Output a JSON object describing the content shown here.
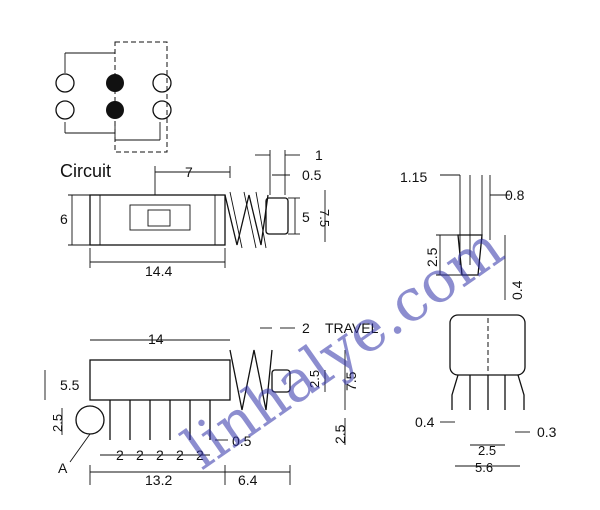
{
  "circuit_label": "Circuit",
  "watermark": "linhalye.com",
  "side_view": {
    "dim_length_7": "7",
    "dim_1": "1",
    "dim_0_5": "0.5",
    "dim_height_6": "6",
    "dim_5": "5",
    "dim_7_5": "7.5",
    "dim_length_14_4": "14.4"
  },
  "end_view": {
    "dim_1_15": "1.15",
    "dim_0_8": "0.8",
    "dim_2_5": "2.5",
    "dim_0_4": "0.4"
  },
  "front_view": {
    "dim_14": "14",
    "travel_value": "2",
    "travel_label": "TRAVEL",
    "dim_5_5": "5.5",
    "dim_2_5_left": "2.5",
    "dim_2_5_inner": "2.5",
    "dim_7_5": "7.5",
    "dim_2_5_bottom": "2.5",
    "dim_0_5": "0.5",
    "pitches": [
      "2",
      "2",
      "2",
      "2",
      "2"
    ],
    "dim_13_2": "13.2",
    "dim_6_4": "6.4",
    "detail_label": "A"
  },
  "pcb_view": {
    "dim_0_4": "0.4",
    "dim_2_5": "2.5",
    "dim_0_3": "0.3",
    "dim_5_6": "5.6"
  }
}
